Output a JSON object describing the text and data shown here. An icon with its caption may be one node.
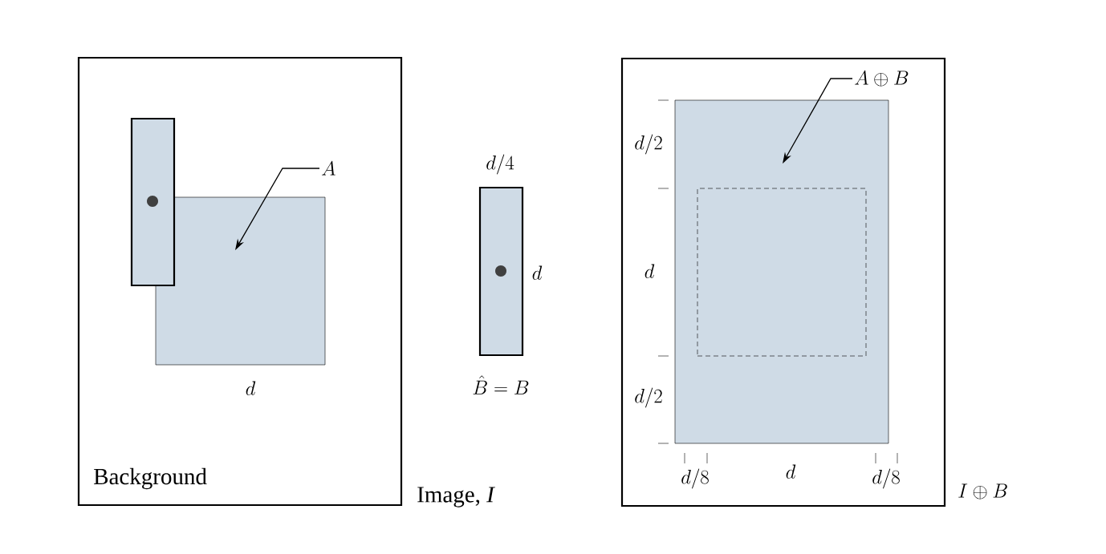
{
  "diagram": {
    "nodes": [
      {
        "text": [
          "Background"
        ],
        "beside": [
          "Image, *I*"
        ]
      },
      {
        "text": [],
        "shape": "box",
        "in": 0
      },
      {
        "text": [],
        "shape": "box",
        "in": 0
      },
      {
        "text": [
          "A"
        ],
        "in": 0
      },
      {
        "text": [],
        "shape": "box"
      },
      {
        "text": [],
        "shape": "box",
        "beside": [
          "I \\oplus B"
        ]
      },
      {
        "text": [],
        "shape": "box",
        "in": 5
      },
      {
        "text": [],
        "shape": "box",
        "in": 6
      },
      {
        "text": [
          "A \\oplus B"
        ],
        "in": 5
      }
    ],
    "edges": [
      {
        "from": 3,
        "to": 1,
        "arrow": "to"
      },
      {
        "from": 8,
        "to": 6,
        "arrow": "to"
      }
    ],
    "labels": [
      "d",
      "d/4",
      "d",
      "\\hat{B} = B",
      "d/2",
      "d",
      "d/2",
      "d/8",
      "d",
      "d/8"
    ]
  }
}
